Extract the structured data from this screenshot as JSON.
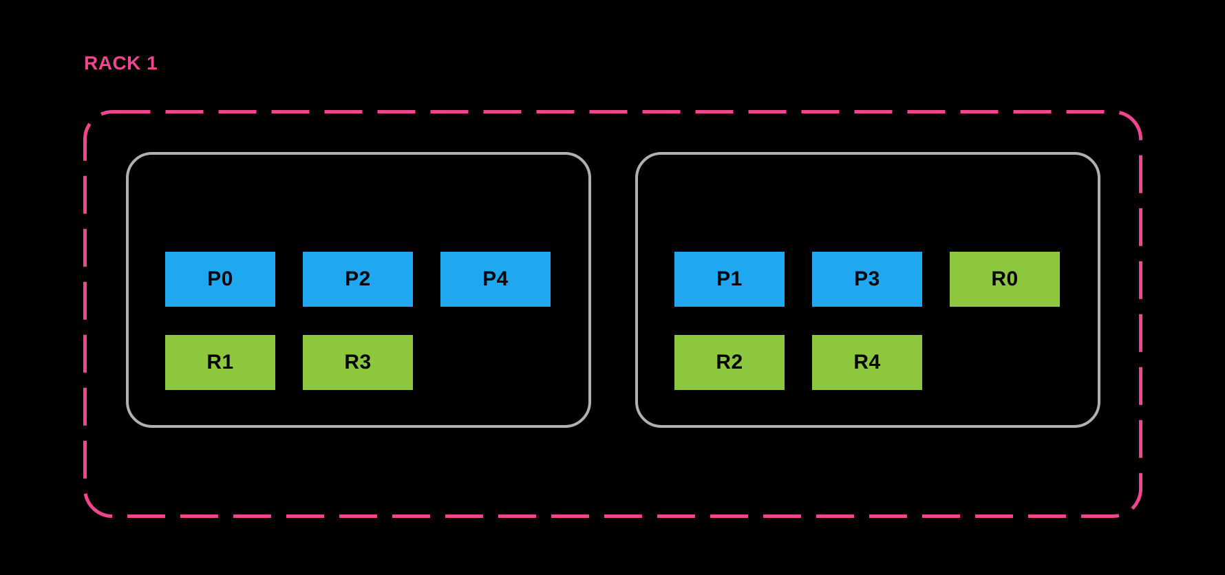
{
  "rack": {
    "label": "RACK 1",
    "nodes": [
      {
        "rows": [
          {
            "boxes": [
              {
                "label": "P0",
                "type": "primary"
              },
              {
                "label": "P2",
                "type": "primary"
              },
              {
                "label": "P4",
                "type": "primary"
              }
            ]
          },
          {
            "boxes": [
              {
                "label": "R1",
                "type": "replica"
              },
              {
                "label": "R3",
                "type": "replica"
              }
            ]
          }
        ]
      },
      {
        "rows": [
          {
            "boxes": [
              {
                "label": "P1",
                "type": "primary"
              },
              {
                "label": "P3",
                "type": "primary"
              },
              {
                "label": "R0",
                "type": "replica"
              }
            ]
          },
          {
            "boxes": [
              {
                "label": "R2",
                "type": "replica"
              },
              {
                "label": "R4",
                "type": "replica"
              }
            ]
          }
        ]
      }
    ]
  },
  "colors": {
    "background": "#000000",
    "rack_border": "#F0458F",
    "rack_label": "#F0458F",
    "node_border": "#B1B1B1",
    "primary_fill": "#1FA8F0",
    "replica_fill": "#8DC73E",
    "box_text": "#000000"
  }
}
